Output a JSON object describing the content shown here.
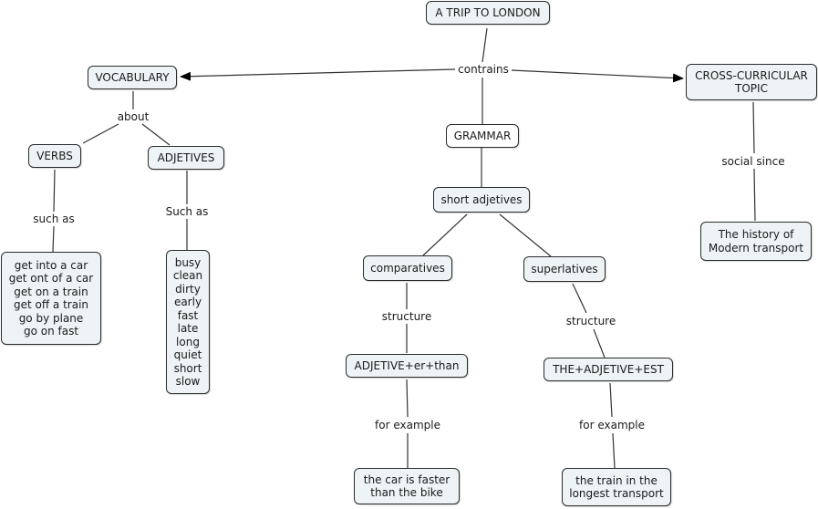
{
  "concept_map": {
    "nodes": {
      "root": "A TRIP TO LONDON",
      "vocabulary": "VOCABULARY",
      "cross_curricular": "CROSS-CURRICULAR\nTOPIC",
      "grammar": "GRAMMAR",
      "verbs": "VERBS",
      "adjetives": "ADJETIVES",
      "verb_examples": "get into a car\nget ont of a car\nget on a train\nget off a train\ngo by plane\ngo on fast",
      "adjective_examples": "busy\nclean\ndirty\nearly\nfast\nlate\nlong\nquiet\nshort\nslow",
      "short_adjetives": "short adjetives",
      "comparatives": "comparatives",
      "superlatives": "superlatives",
      "comparative_structure": "ADJETIVE+er+than",
      "superlative_structure": "THE+ADJETIVE+EST",
      "comparative_example": "the car is faster\nthan the bike",
      "superlative_example": "the train in the\nlongest transport",
      "history": "The history of\nModern transport"
    },
    "links": {
      "contrains": "contrains",
      "about": "about",
      "verbs_such_as": "such as",
      "adj_such_as": "Such as",
      "comp_structure": "structure",
      "sup_structure": "structure",
      "comp_for_example": "for example",
      "sup_for_example": "for example",
      "social_since": "social since"
    }
  }
}
